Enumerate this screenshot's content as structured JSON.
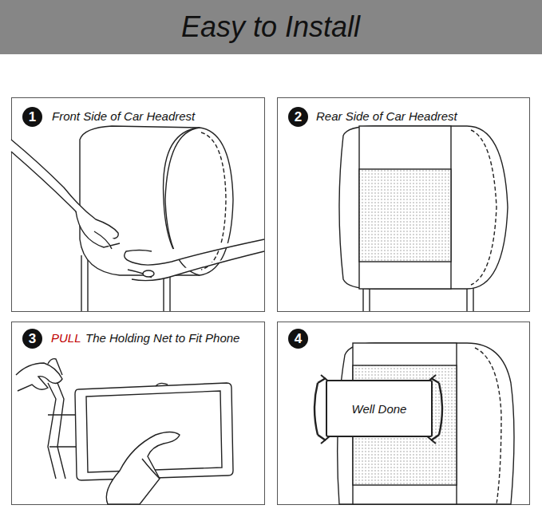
{
  "diagram": {
    "title": "Easy to Install",
    "nodes": [
      {
        "text": [
          "1"
        ]
      },
      {
        "text": [
          "2"
        ]
      },
      {
        "text": [
          "3"
        ]
      },
      {
        "text": [
          "4"
        ]
      },
      {
        "text": [
          "Well Done"
        ]
      }
    ],
    "labels": [
      "Front Side of Car Headrest",
      "Rear Side of Car Headrest",
      "PULL",
      "The Holding Net to Fit Phone"
    ]
  }
}
